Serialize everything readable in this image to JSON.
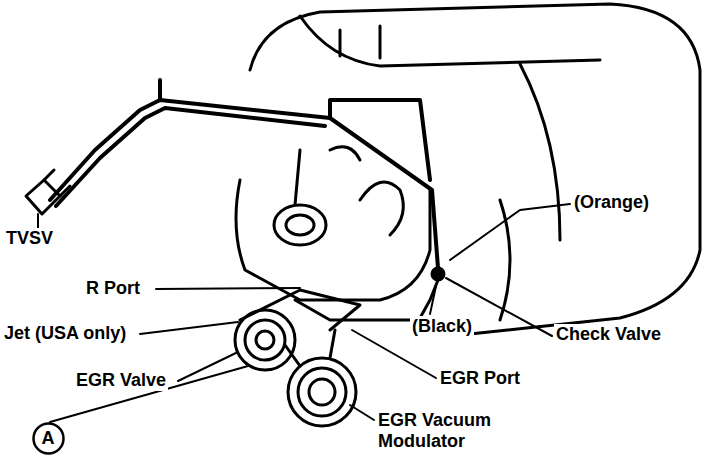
{
  "diagram": {
    "nodes": [
      {
        "text": [
          "A"
        ]
      }
    ],
    "labels": [
      "TVSV",
      "(Orange)",
      "R Port",
      "Jet (USA only)",
      "(Black)",
      "Check Valve",
      "EGR Valve",
      "EGR Port",
      "EGR Vacuum Modulator"
    ]
  }
}
